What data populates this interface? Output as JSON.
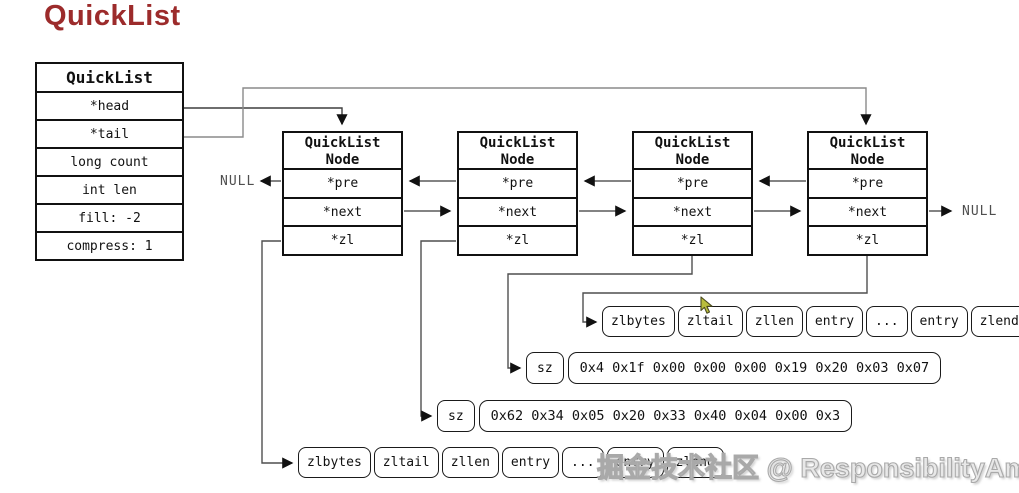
{
  "page_title": "QuickList",
  "quicklist_table": {
    "header": "QuickList",
    "rows": [
      "*head",
      "*tail",
      "long count",
      "int len",
      "fill: -2",
      "compress: 1"
    ]
  },
  "nodes": [
    {
      "title_line1": "QuickList",
      "title_line2": "Node",
      "rows": [
        "*pre",
        "*next",
        "*zl"
      ]
    },
    {
      "title_line1": "QuickList",
      "title_line2": "Node",
      "rows": [
        "*pre",
        "*next",
        "*zl"
      ]
    },
    {
      "title_line1": "QuickList",
      "title_line2": "Node",
      "rows": [
        "*pre",
        "*next",
        "*zl"
      ]
    },
    {
      "title_line1": "QuickList",
      "title_line2": "Node",
      "rows": [
        "*pre",
        "*next",
        "*zl"
      ]
    }
  ],
  "null_left": "NULL",
  "null_right": "NULL",
  "ziplist_top": {
    "cells": [
      "zlbytes",
      "zltail",
      "zllen",
      "entry",
      "...",
      "entry",
      "zlend"
    ]
  },
  "ziplist_bottom": {
    "cells": [
      "zlbytes",
      "zltail",
      "zllen",
      "entry",
      "...",
      "entry",
      "zlend"
    ]
  },
  "sz_row_1": {
    "label": "sz",
    "bytes": "0x4 0x1f 0x00 0x00 0x00 0x19 0x20 0x03 0x07"
  },
  "sz_row_2": {
    "label": "sz",
    "bytes": "0x62 0x34 0x05 0x20 0x33 0x40 0x04 0x00 0x3"
  },
  "watermark": "掘金技术社区 @ ResponsibilityAmbiti",
  "colors": {
    "title": "#9c2b2b",
    "line": "#3f3f3f",
    "tail_line": "#8a8a8a",
    "border": "#111111",
    "watermark": "#d9d9d9",
    "cursor": "#b9bd3c"
  }
}
